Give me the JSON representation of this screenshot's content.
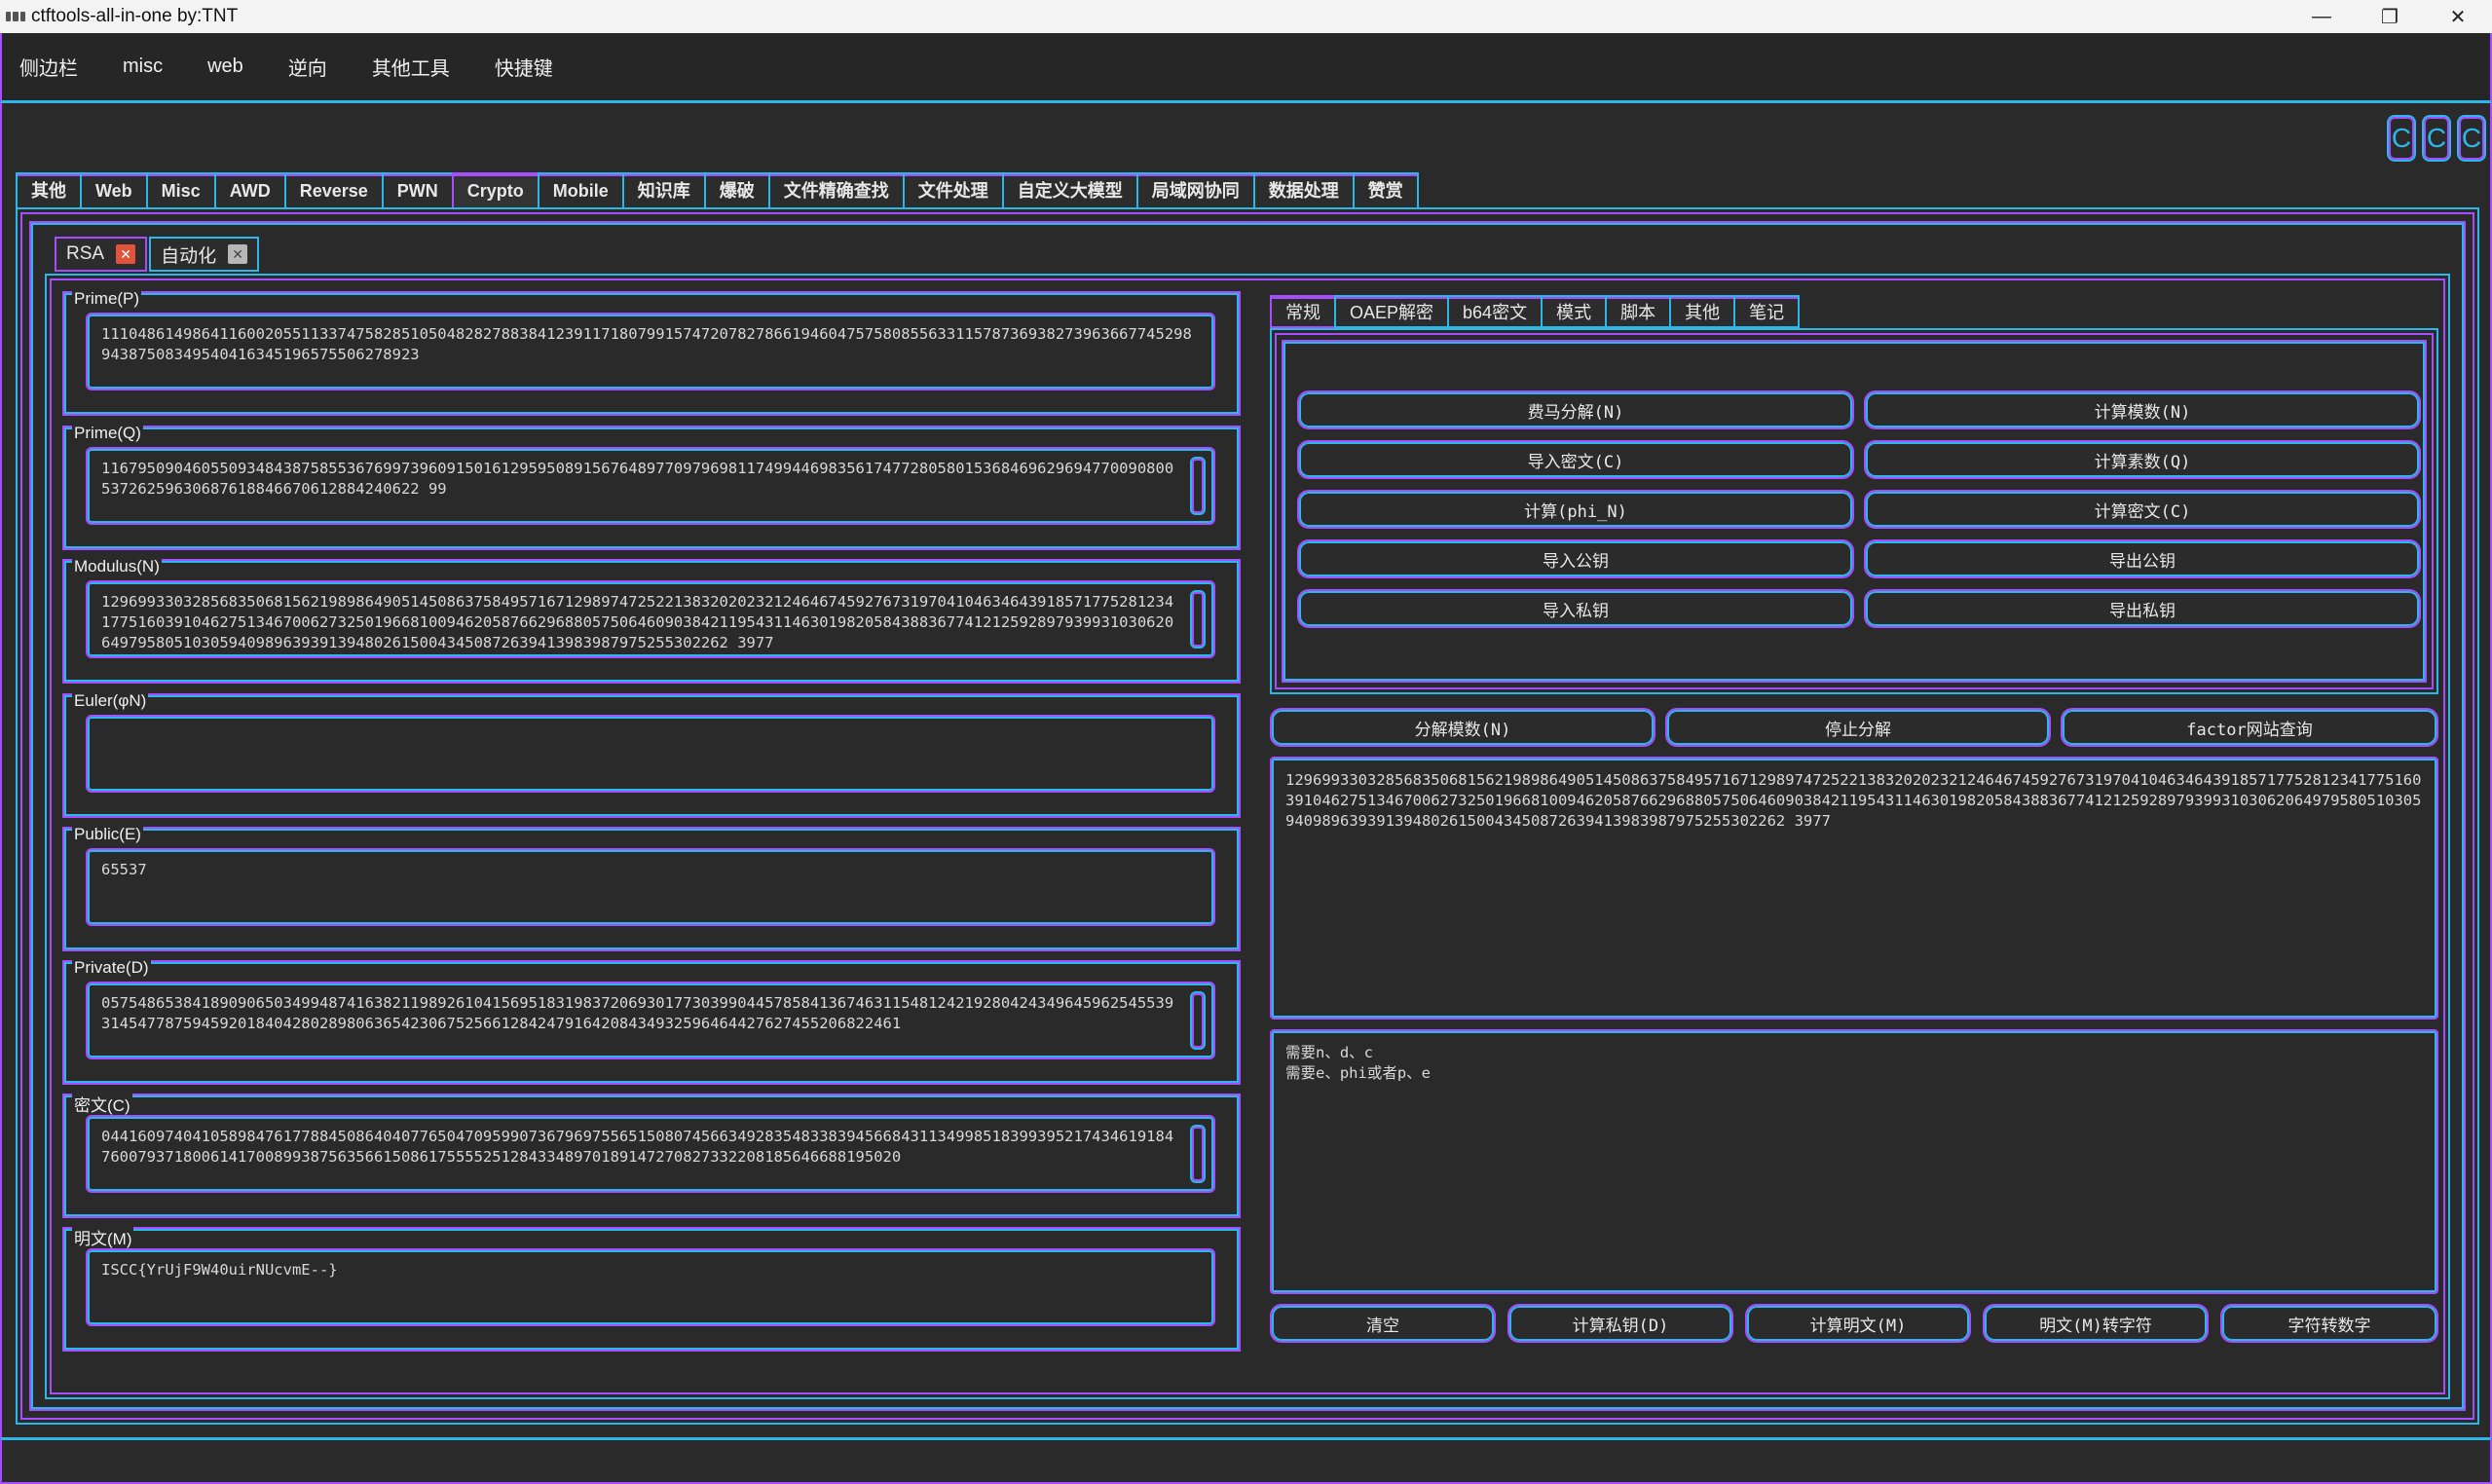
{
  "window": {
    "title": "ctftools-all-in-one   by:TNT",
    "minimize": "—",
    "maximize": "❐",
    "close": "✕"
  },
  "menu": [
    "侧边栏",
    "misc",
    "web",
    "逆向",
    "其他工具",
    "快捷键"
  ],
  "toolstrip": [
    "C",
    "C",
    "C"
  ],
  "top_tabs": [
    "其他",
    "Web",
    "Misc",
    "AWD",
    "Reverse",
    "PWN",
    "Crypto",
    "Mobile",
    "知识库",
    "爆破",
    "文件精确查找",
    "文件处理",
    "自定义大模型",
    "局域网协同",
    "数据处理",
    "赞赏"
  ],
  "active_top_tab": "Crypto",
  "sub_tabs": [
    {
      "label": "RSA",
      "close": "✕"
    },
    {
      "label": "自动化",
      "close": "✕"
    }
  ],
  "fields": {
    "p": {
      "label": "Prime(P)",
      "value": "11104861498641160020551133747582851050482827883841239117180799157472078278661946047575808556331157873693827396366774529894387508349540416345196575506278923"
    },
    "q": {
      "label": "Prime(Q)",
      "value": "116795090460550934843875855367699739609150161295950891567648977097969811749944698356174772805801536846962969477009080053726259630687618846670612884240622 99"
    },
    "n": {
      "label": "Modulus(N)",
      "value": "12969933032856835068156219898649051450863758495716712989747252213832020232124646745927673197041046346439185717752812341775160391046275134670062732501966810094620587662968805750646090384211954311463019820584388367741212592897939931030620649795805103059409896393913948026150043450872639413983987975255302262 3977"
    },
    "phi": {
      "label": "Euler(φN)",
      "value": ""
    },
    "e": {
      "label": "Public(E)",
      "value": "65537"
    },
    "d": {
      "label": "Private(D)",
      "value": "05754865384189090650349948741638211989261041569518319837206930177303990445785841367463115481242192804243496459625455393145477875945920184042802898063654230675256612842479164208434932596464427627455206822461"
    },
    "c": {
      "label": "密文(C)",
      "value": "04416097404105898476177884508640407765047095990736796975565150807456634928354833839456684311349985183993952174346191847600793718006141700899387563566150861755552512843348970189147270827332208185646688195020"
    },
    "m": {
      "label": "明文(M)",
      "value": "ISCC{YrUjF9W40uirNUcvmE--}"
    }
  },
  "right_tabs": [
    "常规",
    "OAEP解密",
    "b64密文",
    "模式",
    "脚本",
    "其他",
    "笔记"
  ],
  "active_right_tab": "常规",
  "op_buttons": {
    "fermat": "费马分解(N)",
    "calc_modulus": "计算模数(N)",
    "import_cipher": "导入密文(C)",
    "calc_prime": "计算素数(Q)",
    "calc_phi": "计算(phi_N)",
    "calc_cipher": "计算密文(C)",
    "import_pubkey": "导入公钥",
    "export_pubkey": "导出公钥",
    "import_privkey": "导入私钥",
    "export_privkey": "导出私钥"
  },
  "factor_buttons": {
    "factor": "分解模数(N)",
    "stop": "停止分解",
    "factordb": "factor网站查询"
  },
  "output_text": "12969933032856835068156219898649051450863758495716712989747252213832020232124646745927673197041046346439185717752812341775160391046275134670062732501966810094620587662968805750646090384211954311463019820584388367741212592897939931030620649795805103059409896393913948026150043450872639413983987975255302262 3977",
  "hint_lines": [
    "需要n、d、c",
    "需要e、phi或者p、e"
  ],
  "bottom_buttons": {
    "clear": "清空",
    "calc_privkey": "计算私钥(D)",
    "calc_plain": "计算明文(M)",
    "plain_to_char": "明文(M)转字符",
    "char_to_num": "字符转数字"
  },
  "colors": {
    "cyan": "#2bb8e8",
    "purple": "#a64dff",
    "background": "#2b2b2b"
  }
}
